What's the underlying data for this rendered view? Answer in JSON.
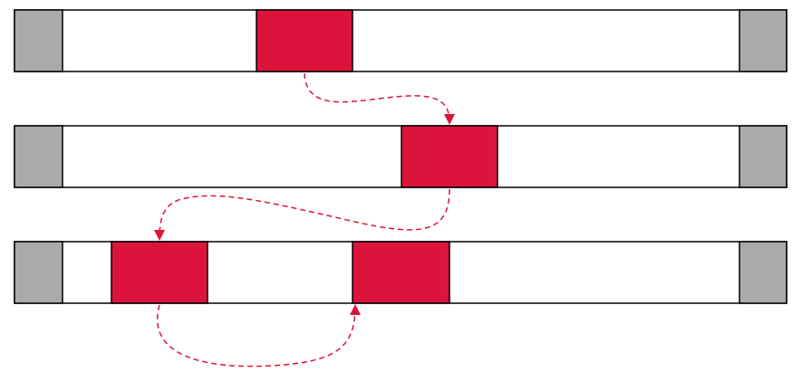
{
  "colors": {
    "background": "#ffffff",
    "track_fill": "#ffffff",
    "stroke": "#000000",
    "end_cap": "#aaaaaa",
    "block": "#dc143c",
    "arrow": "#dc143c"
  },
  "tracks": [
    {
      "name": "track-1",
      "blocks": [
        {
          "name": "block-1"
        }
      ]
    },
    {
      "name": "track-2",
      "blocks": [
        {
          "name": "block-2"
        }
      ]
    },
    {
      "name": "track-3",
      "blocks": [
        {
          "name": "block-3"
        },
        {
          "name": "block-4"
        }
      ]
    }
  ],
  "arrows": [
    {
      "name": "arrow-1-to-2",
      "style": "dashed"
    },
    {
      "name": "arrow-2-to-3",
      "style": "dashed"
    },
    {
      "name": "arrow-3-loop",
      "style": "dashed"
    }
  ]
}
